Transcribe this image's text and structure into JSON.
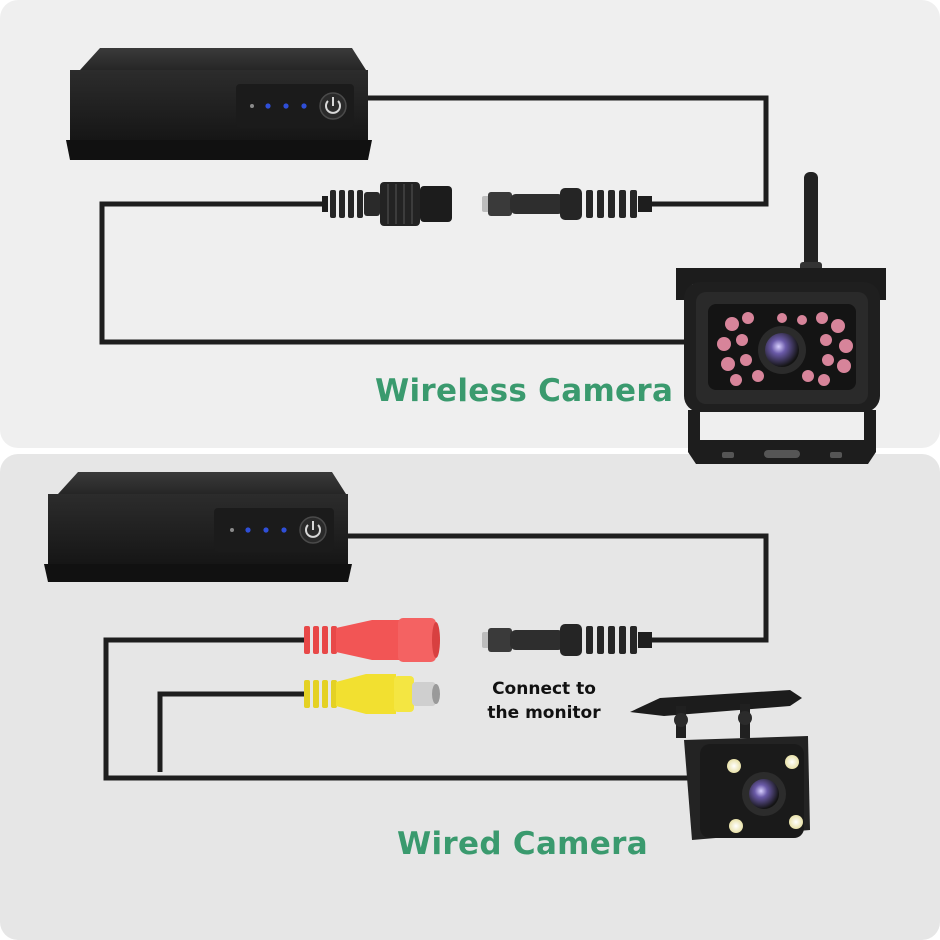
{
  "colors": {
    "panel_background": "#efefef",
    "cable": "#1e1e1e",
    "device_body": "#242424",
    "status_led": "#2f4fd8",
    "rca_red": "#f25555",
    "rca_yellow": "#f2e030",
    "ir_led": "#d7849a",
    "white_led": "#f5efc8",
    "label_green": "#3a9a6e"
  },
  "icons": [
    "power-icon",
    "status-led-icon",
    "antenna-icon",
    "camera-lens-icon"
  ],
  "wireless_section": {
    "title": "Wireless Camera",
    "monitor_status_leds": 4
  },
  "wired_section": {
    "title": "Wired Camera",
    "connect_note_line1": "Connect to",
    "connect_note_line2": "the monitor",
    "monitor_status_leds": 4,
    "camera_white_leds": 4
  }
}
